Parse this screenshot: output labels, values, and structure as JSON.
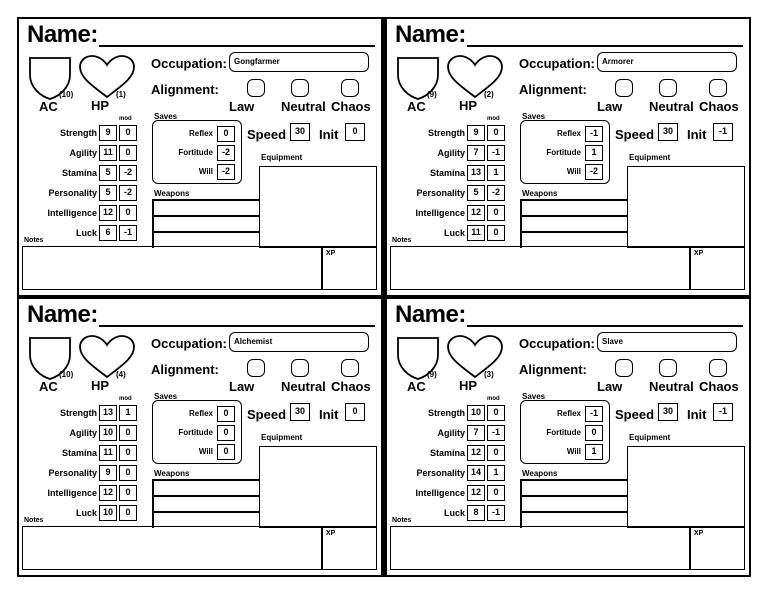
{
  "labels": {
    "name": "Name:",
    "occupation": "Occupation:",
    "alignment": "Alignment:",
    "law": "Law",
    "neutral": "Neutral",
    "chaos": "Chaos",
    "ac": "AC",
    "hp": "HP",
    "mod": "mod",
    "saves": "Saves",
    "reflex": "Reflex",
    "fortitude": "Fortitude",
    "will": "Will",
    "speed": "Speed",
    "init": "Init",
    "equipment": "Equipment",
    "weapons": "Weapons",
    "notes": "Notes",
    "xp": "XP",
    "strength": "Strength",
    "agility": "Agility",
    "stamina": "Stamina",
    "personality": "Personality",
    "intelligence": "Intelligence",
    "luck": "Luck"
  },
  "characters": [
    {
      "occupation": "Gongfarmer",
      "ac": "(10)",
      "hp": "(1)",
      "abilities": [
        {
          "score": "9",
          "mod": "0"
        },
        {
          "score": "11",
          "mod": "0"
        },
        {
          "score": "5",
          "mod": "-2"
        },
        {
          "score": "5",
          "mod": "-2"
        },
        {
          "score": "12",
          "mod": "0"
        },
        {
          "score": "6",
          "mod": "-1"
        }
      ],
      "saves": {
        "reflex": "0",
        "fortitude": "-2",
        "will": "-2"
      },
      "speed": "30",
      "init": "0"
    },
    {
      "occupation": "Armorer",
      "ac": "(9)",
      "hp": "(2)",
      "abilities": [
        {
          "score": "9",
          "mod": "0"
        },
        {
          "score": "7",
          "mod": "-1"
        },
        {
          "score": "13",
          "mod": "1"
        },
        {
          "score": "5",
          "mod": "-2"
        },
        {
          "score": "12",
          "mod": "0"
        },
        {
          "score": "11",
          "mod": "0"
        }
      ],
      "saves": {
        "reflex": "-1",
        "fortitude": "1",
        "will": "-2"
      },
      "speed": "30",
      "init": "-1"
    },
    {
      "occupation": "Alchemist",
      "ac": "(10)",
      "hp": "(4)",
      "abilities": [
        {
          "score": "13",
          "mod": "1"
        },
        {
          "score": "10",
          "mod": "0"
        },
        {
          "score": "11",
          "mod": "0"
        },
        {
          "score": "9",
          "mod": "0"
        },
        {
          "score": "12",
          "mod": "0"
        },
        {
          "score": "10",
          "mod": "0"
        }
      ],
      "saves": {
        "reflex": "0",
        "fortitude": "0",
        "will": "0"
      },
      "speed": "30",
      "init": "0"
    },
    {
      "occupation": "Slave",
      "ac": "(9)",
      "hp": "(3)",
      "abilities": [
        {
          "score": "10",
          "mod": "0"
        },
        {
          "score": "7",
          "mod": "-1"
        },
        {
          "score": "12",
          "mod": "0"
        },
        {
          "score": "14",
          "mod": "1"
        },
        {
          "score": "12",
          "mod": "0"
        },
        {
          "score": "8",
          "mod": "-1"
        }
      ],
      "saves": {
        "reflex": "-1",
        "fortitude": "0",
        "will": "1"
      },
      "speed": "30",
      "init": "-1"
    }
  ]
}
